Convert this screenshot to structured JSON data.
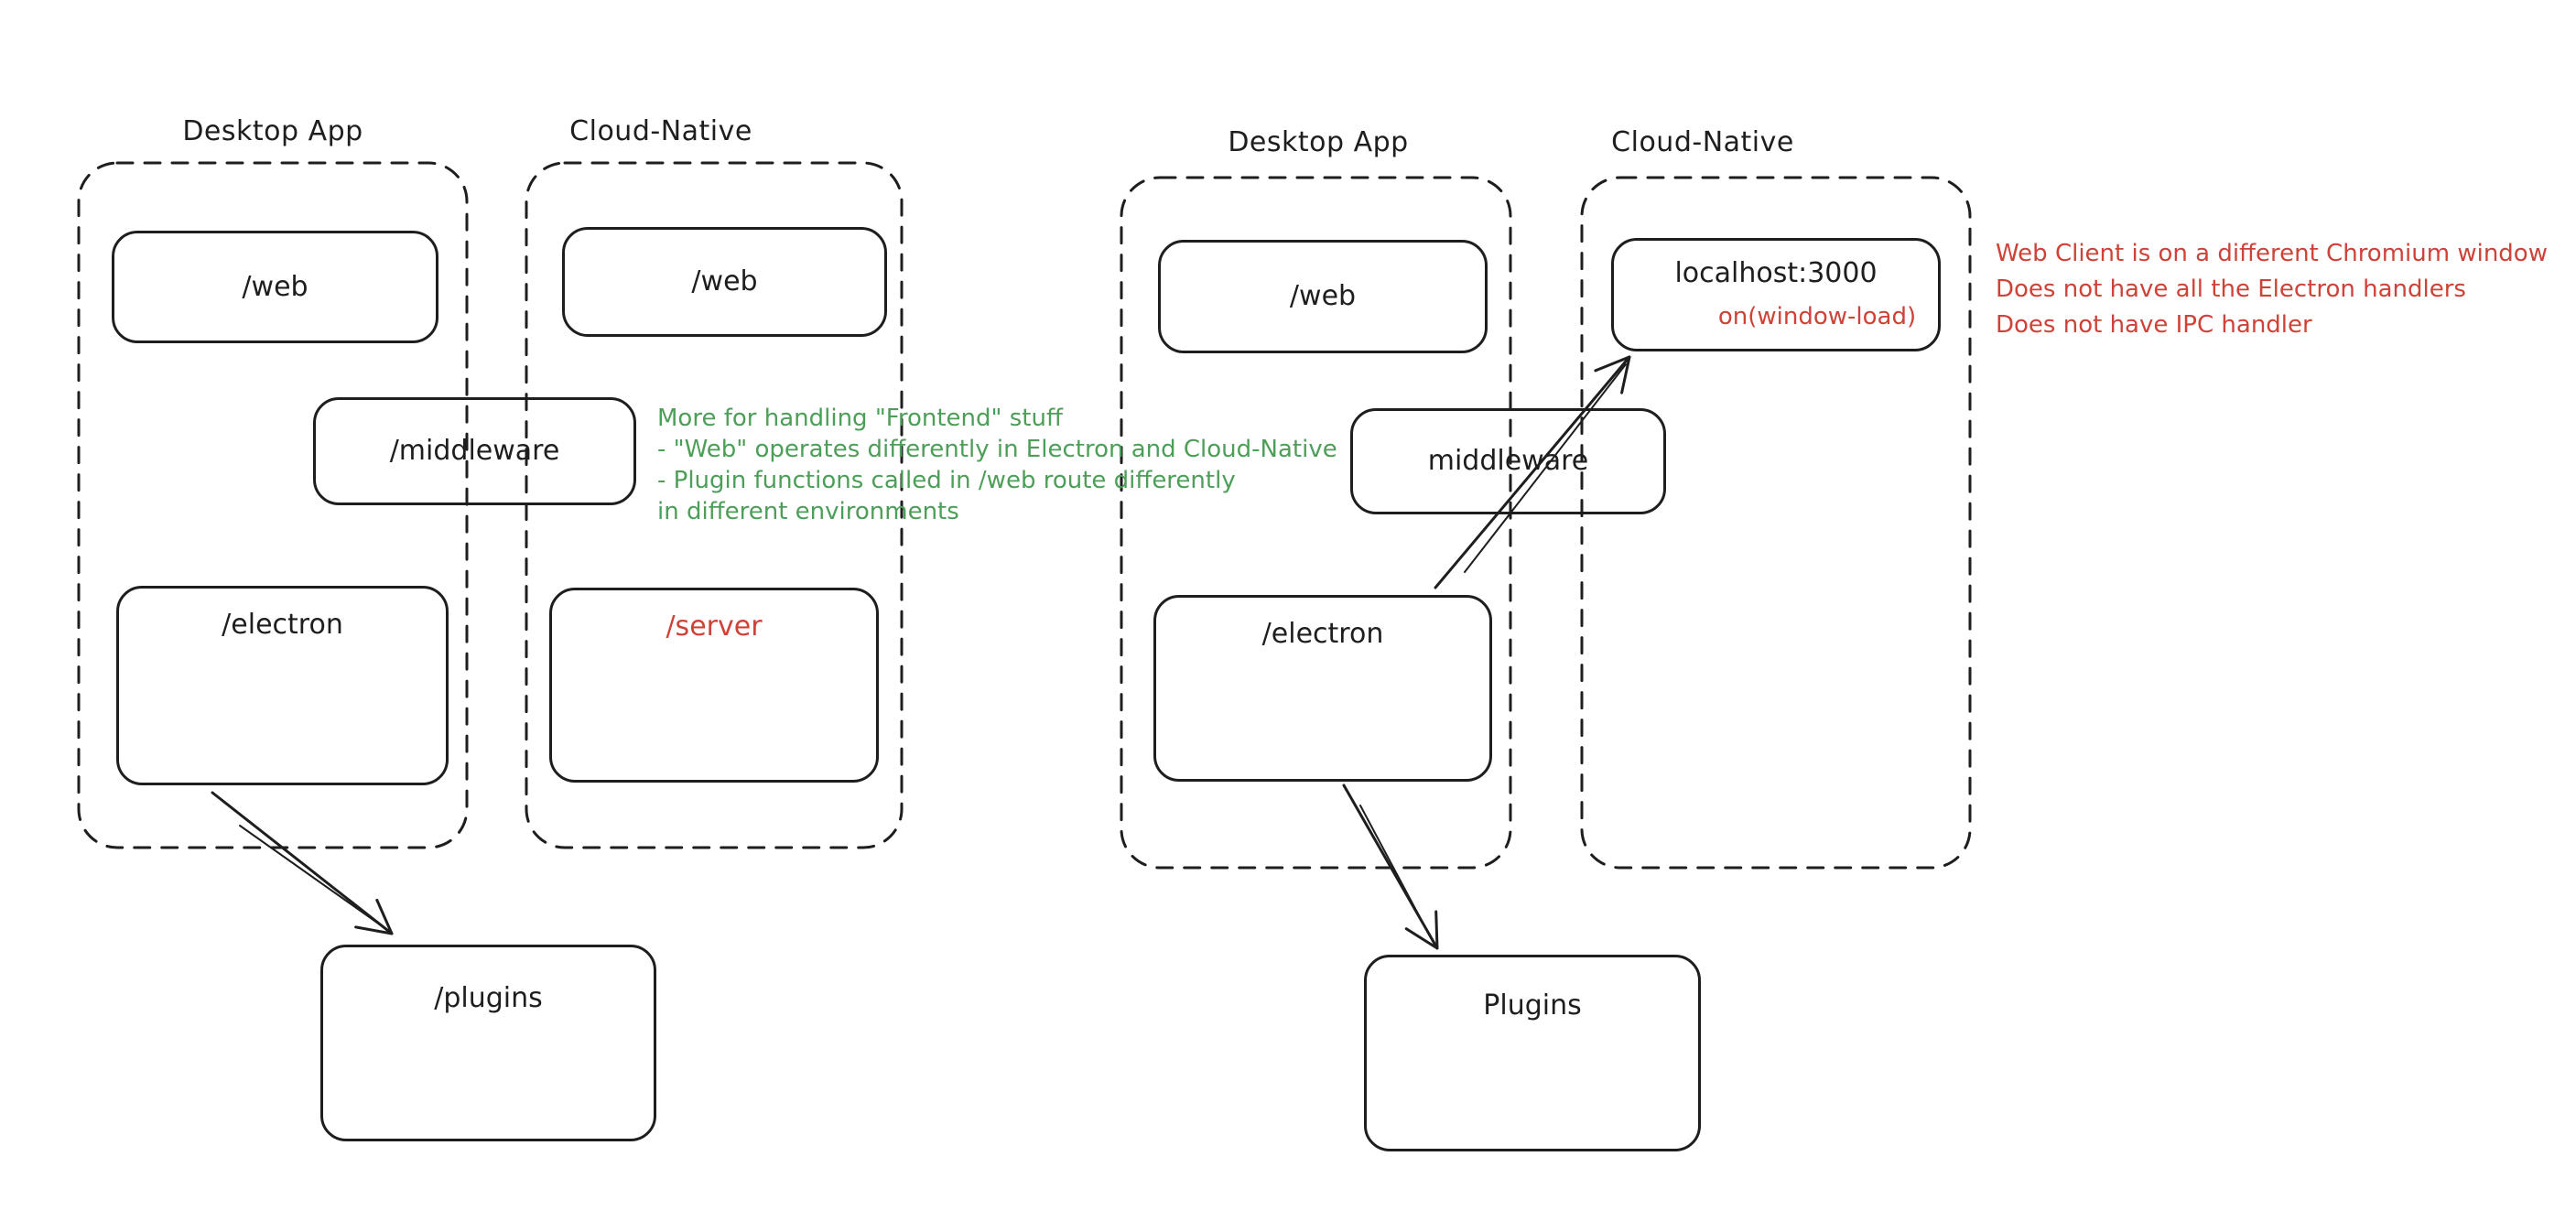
{
  "colors": {
    "stroke": "#1e1e1e",
    "green": "#4d9e58",
    "red": "#cf4237",
    "background": "#ffffff"
  },
  "left_diagram": {
    "desktop_container_label": "Desktop App",
    "cloud_container_label": "Cloud-Native",
    "web_desktop_label": "/web",
    "web_cloud_label": "/web",
    "middleware_label": "/middleware",
    "electron_label": "/electron",
    "server_label": "/server",
    "plugins_label": "/plugins"
  },
  "right_diagram": {
    "desktop_container_label": "Desktop App",
    "cloud_container_label": "Cloud-Native",
    "web_label": "/web",
    "localhost_label": "localhost:3000",
    "window_load_label": "on(window-load)",
    "middleware_label": "middleware",
    "electron_label": "/electron",
    "plugins_label": "Plugins"
  },
  "annotations": {
    "green_note": {
      "lines": [
        "More for handling \"Frontend\" stuff",
        "- \"Web\" operates differently in Electron and Cloud-Native",
        "- Plugin functions called in /web route differently",
        "in different environments"
      ]
    },
    "red_note": {
      "lines": [
        "Web Client is on a different Chromium window",
        "Does not have all the Electron handlers",
        "Does not have IPC handler"
      ]
    }
  }
}
